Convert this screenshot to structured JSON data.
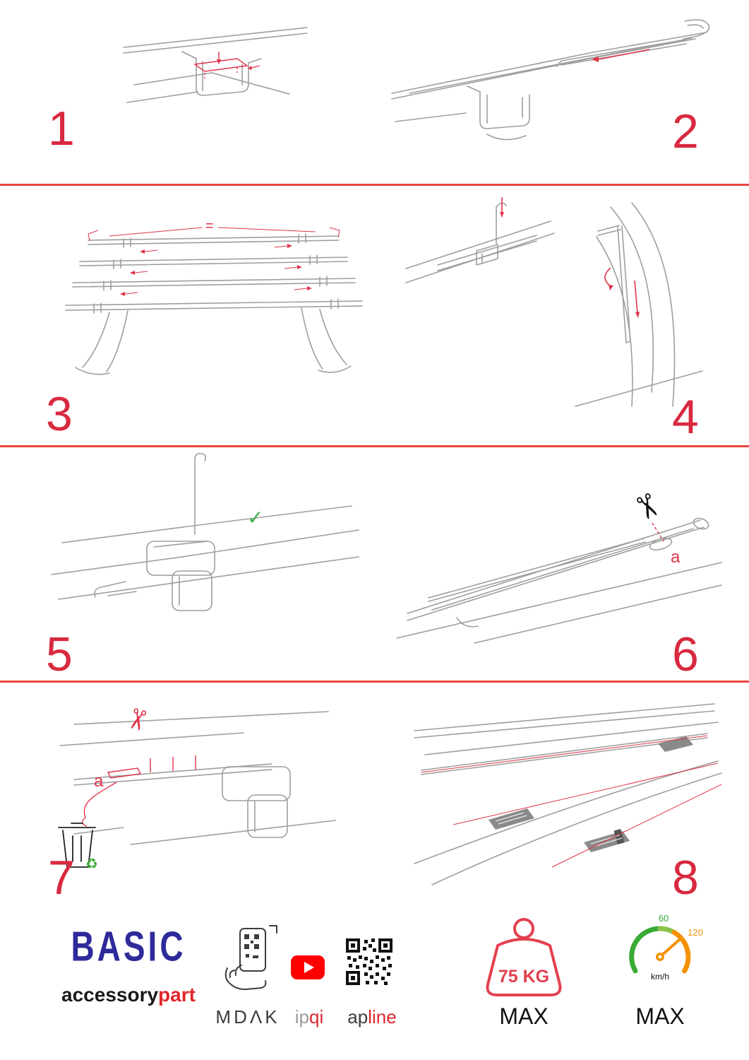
{
  "page": {
    "accent_red": "#d8293f",
    "divider_red": "#e8453f",
    "drawing_gray": "#9e9e9e"
  },
  "steps": [
    {
      "number": "1"
    },
    {
      "number": "2"
    },
    {
      "number": "3"
    },
    {
      "number": "4"
    },
    {
      "number": "5"
    },
    {
      "number": "6"
    },
    {
      "number": "7"
    },
    {
      "number": "8"
    }
  ],
  "annotations": {
    "equal": "=",
    "check": "✓",
    "a6": "a",
    "a7": "a"
  },
  "icons": {
    "scissors": "✂",
    "recycle": "♻"
  },
  "footer": {
    "brand_title": "BASIC",
    "brand_sub_black": "accessory",
    "brand_sub_red": "part",
    "mdak": "MDΛK",
    "ipqi_gray": "ip",
    "ipqi_red": "qi",
    "apline_dark": "ap",
    "apline_red": "line",
    "weight_label": "75 KG",
    "weight_max": "MAX",
    "speed_60": "60",
    "speed_120": "120",
    "speed_unit": "km/h",
    "speed_max": "MAX"
  }
}
